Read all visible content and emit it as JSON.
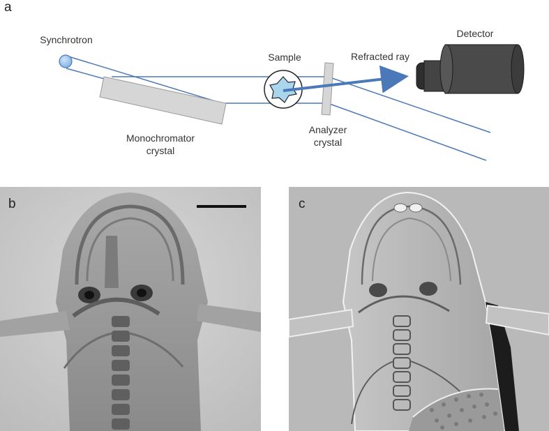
{
  "panels": {
    "a": "a",
    "b": "b",
    "c": "c"
  },
  "diagram": {
    "synchrotron": "Synchrotron",
    "monochromator_line1": "Monochromator",
    "monochromator_line2": "crystal",
    "sample": "Sample",
    "refracted_ray": "Refracted ray",
    "detector": "Detector",
    "analyzer_line1": "Analyzer",
    "analyzer_line2": "crystal"
  },
  "colors": {
    "beam": "#4a78b8",
    "crystal_fill": "#d6d6d6",
    "detector_fill": "#4a4a4a",
    "source_fill": "#9ec4ec"
  },
  "images": {
    "b": "absorption x-ray radiograph (grayscale) with scale bar",
    "c": "refraction-contrast x-ray image (grayscale)"
  }
}
